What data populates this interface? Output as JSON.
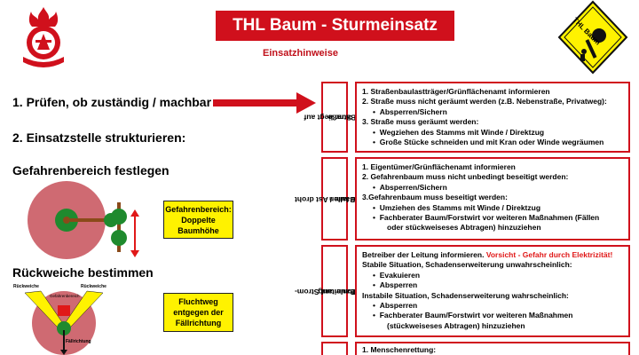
{
  "header": {
    "title": "THL Baum - Sturmeinsatz",
    "subtitle": "Einsatzhinweise",
    "sign_text": "THL Baum"
  },
  "colors": {
    "accent": "#d0101c",
    "warning_yellow": "#fff200",
    "zone_fill": "#cf6a72",
    "tree_green": "#1f8a2e"
  },
  "left": {
    "step1": "1. Prüfen, ob zuständig / machbar",
    "step2": "2. Einsatzstelle strukturieren:",
    "gefahr_heading": "Gefahrenbereich festlegen",
    "gefahr_box": [
      "Gefahrenbereich:",
      "Doppelte",
      "Baumhöhe"
    ],
    "rueck_heading": "Rückweiche bestimmen",
    "rueck_labels": {
      "left": "Rückweiche",
      "right": "Rückweiche",
      "top": "Gefahrenbereich",
      "bottom": "Fällrichtung"
    },
    "flucht_box": [
      "Fluchtweg",
      "entgegen der",
      "Fällrichtung"
    ]
  },
  "sections": [
    {
      "label": [
        "Baum liegt auf",
        "Straße"
      ],
      "lines": [
        {
          "indent": 0,
          "text": "1. Straßenbaulastträger/Grünflächenamt informieren"
        },
        {
          "indent": 0,
          "text": "2. Straße muss nicht geräumt werden (z.B. Nebenstraße, Privatweg):"
        },
        {
          "indent": 1,
          "bullet": "•",
          "text": "Absperren/Sichern"
        },
        {
          "indent": 0,
          "text": "3. Straße muss geräumt werden:"
        },
        {
          "indent": 1,
          "bullet": "•",
          "text": "Wegziehen des Stamms mit Winde / Direktzug"
        },
        {
          "indent": 1,
          "bullet": "•",
          "text": "Große Stücke schneiden und mit Kran oder Winde wegräumen"
        }
      ]
    },
    {
      "label": [
        "Baum / Ast  droht",
        "zu fallen"
      ],
      "lines": [
        {
          "indent": 0,
          "text": "1. Eigentümer/Grünflächenamt informieren"
        },
        {
          "indent": 0,
          "text": "2. Gefahrenbaum muss nicht unbedingt beseitigt werden:"
        },
        {
          "indent": 1,
          "bullet": "•",
          "text": "Absperren/Sichern"
        },
        {
          "indent": 0,
          "text": "3.Gefahrenbaum muss beseitigt werden:"
        },
        {
          "indent": 1,
          "bullet": "•",
          "text": "Umziehen des Stamms mit Winde / Direktzug"
        },
        {
          "indent": 1,
          "bullet": "•",
          "text": "Fachberater Baum/Forstwirt vor weiteren Maßnahmen (Fällen"
        },
        {
          "indent": 2,
          "text": "oder stückweiseses Abtragen) hinzuziehen"
        }
      ]
    },
    {
      "label": [
        "Baum auf Strom-",
        "/Telefonleitung"
      ],
      "intro": "Betreiber der Leitung informieren.",
      "warning": "Vorsicht - Gefahr durch Elektrizität!",
      "lines": [
        {
          "indent": 0,
          "text": "Stabile Situation, Schadenserweiterung unwahrscheinlich:"
        },
        {
          "indent": 1,
          "bullet": "•",
          "text": "Evakuieren"
        },
        {
          "indent": 1,
          "bullet": "•",
          "text": "Absperren"
        },
        {
          "indent": 0,
          "text": "Instabile Situation, Schadenserweiterung wahrscheinlich:"
        },
        {
          "indent": 1,
          "bullet": "•",
          "text": "Absperren"
        },
        {
          "indent": 1,
          "bullet": "•",
          "text": "Fachberater Baum/Forstwirt vor weiteren Maßnahmen"
        },
        {
          "indent": 2,
          "text": "(stückweiseses Abtragen) hinzuziehen"
        }
      ]
    },
    {
      "label": [],
      "lines": [
        {
          "indent": 0,
          "text": "1. Menschenrettung:"
        }
      ]
    }
  ]
}
